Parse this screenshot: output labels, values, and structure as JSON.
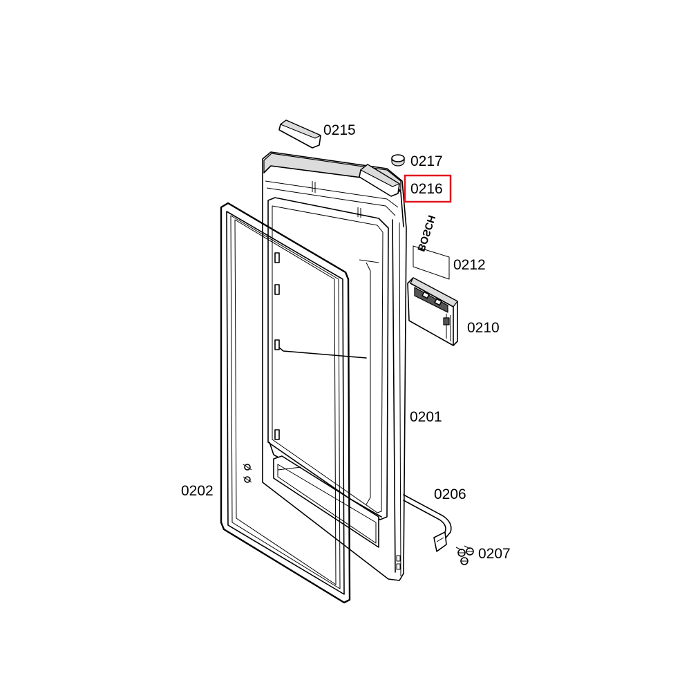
{
  "labels": {
    "p0215": "0215",
    "p0217": "0217",
    "p0216": "0216",
    "p0212": "0212",
    "p0210": "0210",
    "p0201": "0201",
    "p0202": "0202",
    "p0206": "0206",
    "p0207": "0207"
  },
  "logo_text": "BOSCH",
  "highlight": {
    "part": "0216",
    "color": "#e0141e"
  }
}
